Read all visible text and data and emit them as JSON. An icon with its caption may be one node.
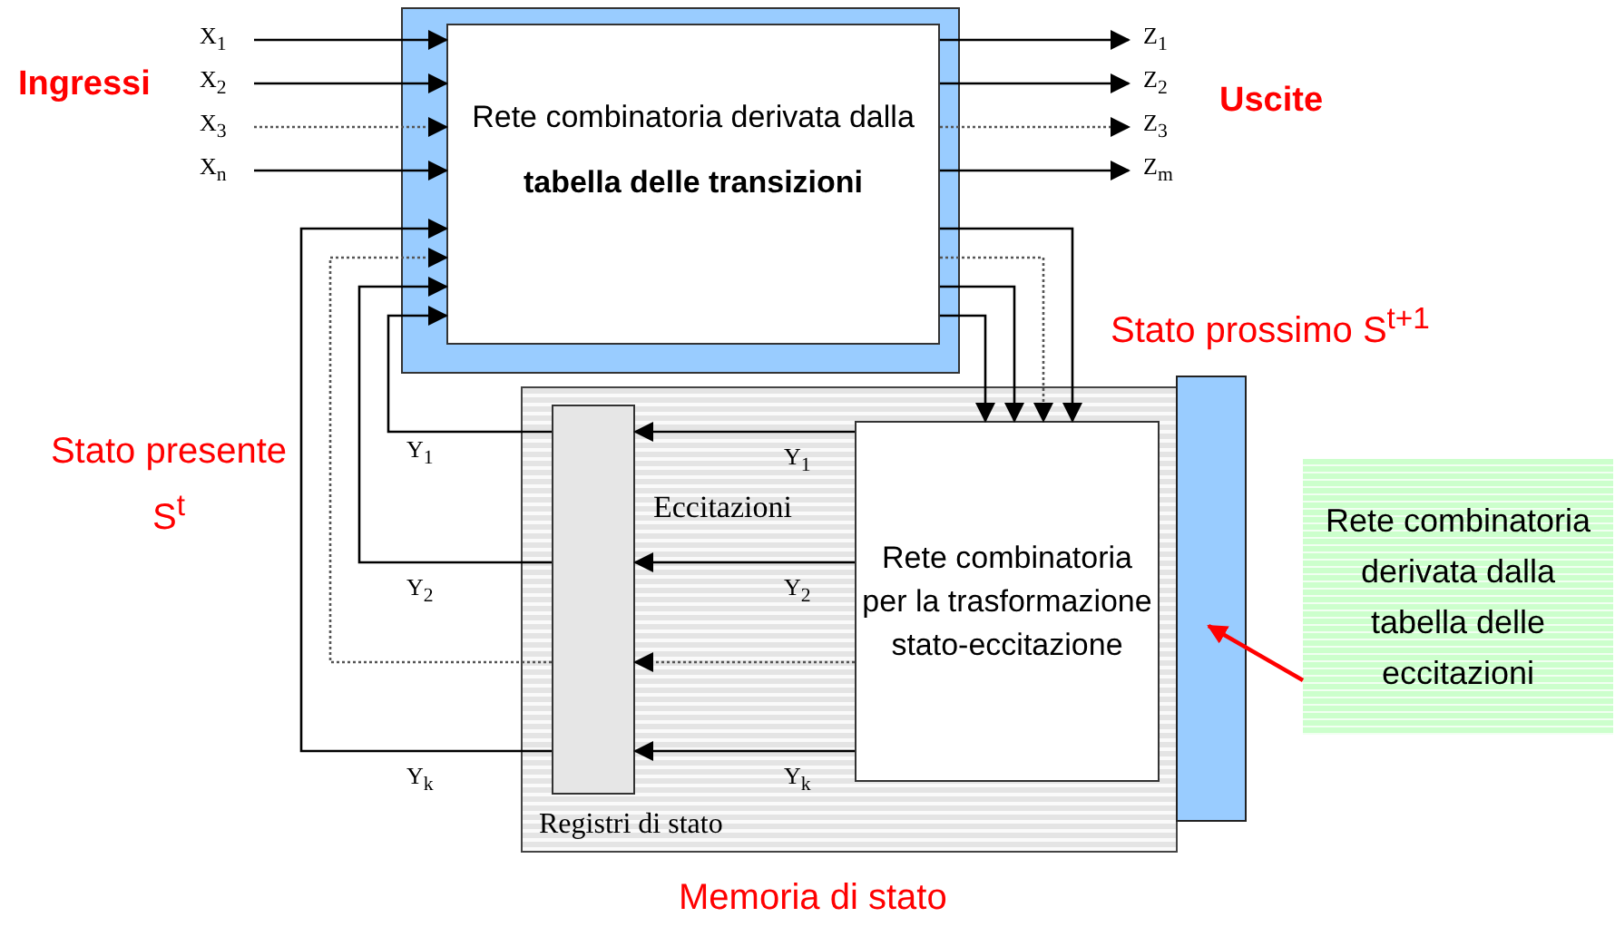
{
  "diagram": {
    "nodes": [
      {
        "text": [
          "Rete combinatoria derivata dalla",
          "tabella delle transizioni"
        ]
      },
      {
        "text": [
          "Registri di stato"
        ]
      },
      {
        "text": [],
        "shape": "bar",
        "in": 1
      },
      {
        "text": [],
        "shape": "box"
      },
      {
        "text": [
          "Rete combinatoria per la trasformazione stato-eccitazione"
        ],
        "in": 1
      },
      {
        "text": [
          "Rete combinatoria derivata dalla tabella delle eccitazioni"
        ]
      }
    ],
    "edges": [
      {
        "from": null,
        "to": 0,
        "arrow": "to",
        "label": "X$_{1}$"
      },
      {
        "from": null,
        "to": 0,
        "arrow": "to",
        "label": "X$_{2}$"
      },
      {
        "from": null,
        "to": 0,
        "arrow": "to",
        "label": "X$_{3}$",
        "style": "dashed"
      },
      {
        "from": null,
        "to": 0,
        "arrow": "to",
        "label": "X$_{n}$"
      },
      {
        "from": 0,
        "to": null,
        "arrow": "to",
        "label": "Z$_{1}$"
      },
      {
        "from": 0,
        "to": null,
        "arrow": "to",
        "label": "Z$_{2}$"
      },
      {
        "from": 0,
        "to": null,
        "arrow": "to",
        "label": "Z$_{3}$",
        "style": "dashed"
      },
      {
        "from": 0,
        "to": null,
        "arrow": "to",
        "label": "Z$_{m}$"
      },
      {
        "from": 0,
        "to": 4,
        "arrow": "to"
      },
      {
        "from": 0,
        "to": 4,
        "arrow": "to",
        "style": "dashed"
      },
      {
        "from": 0,
        "to": 4,
        "arrow": "to"
      },
      {
        "from": 0,
        "to": 4,
        "arrow": "to"
      },
      {
        "from": 4,
        "to": 2,
        "arrow": "to",
        "label": "Y$_{1}$"
      },
      {
        "from": 4,
        "to": 2,
        "arrow": "to",
        "label": "Y$_{2}$"
      },
      {
        "from": 4,
        "to": 2,
        "arrow": "to",
        "style": "dashed"
      },
      {
        "from": 4,
        "to": 2,
        "arrow": "to",
        "label": "Y$_{k}$"
      },
      {
        "from": 2,
        "to": 0,
        "arrow": "to",
        "label": "Y$_{1}$"
      },
      {
        "from": 2,
        "to": 0,
        "arrow": "to",
        "label": "Y$_{2}$"
      },
      {
        "from": 2,
        "to": 0,
        "arrow": "to",
        "style": "dashed"
      },
      {
        "from": 2,
        "to": 0,
        "arrow": "to",
        "label": "Y$_{k}$"
      },
      {
        "from": 5,
        "to": 3,
        "arrow": "to",
        "color": "#ff0000"
      }
    ],
    "labels": [
      "Ingressi",
      "Uscite",
      "Stato prossimo S$^{t+1}$",
      "Stato presente S$^{t}$",
      "Eccitazioni",
      "Memoria di stato"
    ]
  }
}
